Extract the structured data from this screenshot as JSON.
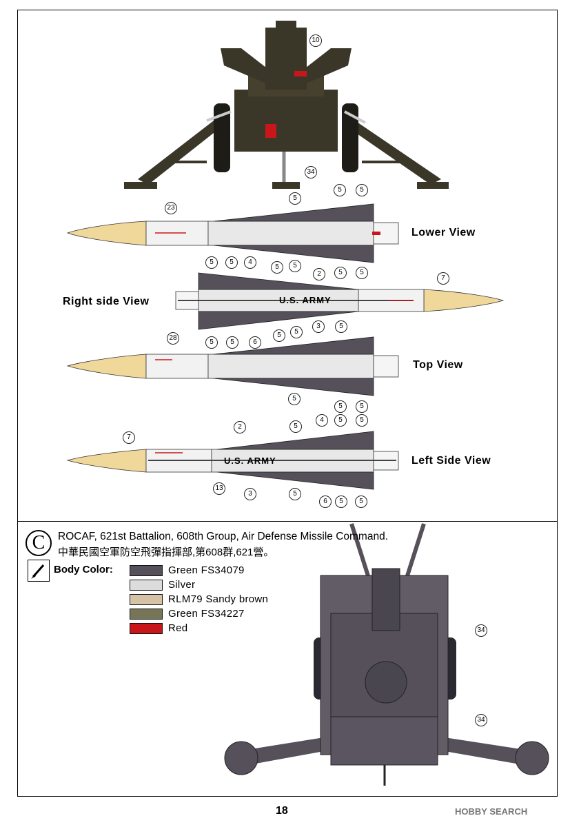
{
  "colors": {
    "green_fs34079": "#55505a",
    "silver": "#dcdcdc",
    "sandy_brown": "#d6c3a5",
    "green_fs34227": "#767558",
    "red": "#c8171b",
    "nose": "#f0d79a",
    "dark_olive": "#3a3628"
  },
  "views": {
    "lower": "Lower View",
    "right": "Right side View",
    "top": "Top View",
    "left": "Left Side View"
  },
  "missile_text": {
    "right": "U.S. ARMY",
    "left": "U.S. ARMY"
  },
  "callouts": {
    "launcher_top": [
      "10",
      "34"
    ],
    "lower": [
      "23",
      "5",
      "5",
      "5",
      "5",
      "5",
      "5"
    ],
    "right": [
      "5",
      "5",
      "4",
      "5",
      "2",
      "7",
      "5",
      "5",
      "6",
      "5",
      "3",
      "5"
    ],
    "top": [
      "28",
      "5",
      "5",
      "5",
      "5",
      "5"
    ],
    "left": [
      "2",
      "5",
      "4",
      "5",
      "5",
      "7",
      "13",
      "3",
      "5",
      "6",
      "5",
      "5"
    ],
    "launcher_bottom": [
      "34",
      "34"
    ]
  },
  "section": {
    "letter": "C",
    "title_en": "ROCAF, 621st Battalion, 608th Group, Air Defense Missile Command.",
    "title_zh": "中華民國空軍防空飛彈指揮部,第608群,621營。",
    "body_color_label": "Body Color:"
  },
  "palette": [
    {
      "name": "Green FS34079",
      "color": "#55505a"
    },
    {
      "name": "Silver",
      "color": "#dcdcdc"
    },
    {
      "name": "RLM79 Sandy brown",
      "color": "#d6c3a5"
    },
    {
      "name": "Green FS34227",
      "color": "#767558"
    },
    {
      "name": "Red",
      "color": "#c8171b"
    }
  ],
  "page_number": "18",
  "watermark": "HOBBY SEARCH"
}
